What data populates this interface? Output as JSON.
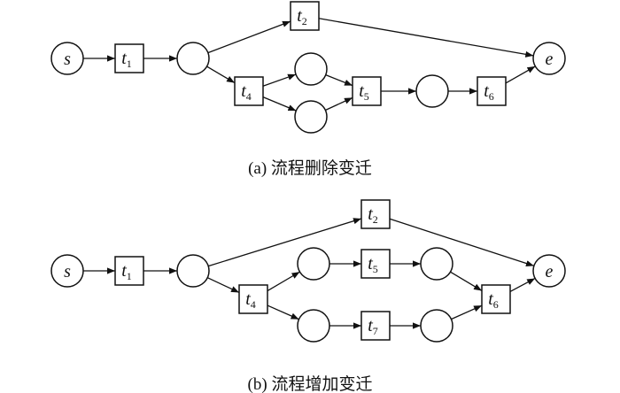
{
  "diagrams": [
    {
      "caption": "(a) 流程删除变迁",
      "places": [
        {
          "id": "s",
          "label": "s"
        },
        {
          "id": "p1",
          "label": ""
        },
        {
          "id": "p2",
          "label": ""
        },
        {
          "id": "p3",
          "label": ""
        },
        {
          "id": "p4",
          "label": ""
        },
        {
          "id": "e",
          "label": "e"
        }
      ],
      "transitions": [
        {
          "id": "t1",
          "name": "t",
          "sub": "1"
        },
        {
          "id": "t2",
          "name": "t",
          "sub": "2"
        },
        {
          "id": "t4",
          "name": "t",
          "sub": "4"
        },
        {
          "id": "t5",
          "name": "t",
          "sub": "5"
        },
        {
          "id": "t6",
          "name": "t",
          "sub": "6"
        }
      ],
      "arcs": [
        [
          "s",
          "t1"
        ],
        [
          "t1",
          "p1"
        ],
        [
          "p1",
          "t2"
        ],
        [
          "p1",
          "t4"
        ],
        [
          "t2",
          "e"
        ],
        [
          "t4",
          "p2"
        ],
        [
          "t4",
          "p3"
        ],
        [
          "p2",
          "t5"
        ],
        [
          "p3",
          "t5"
        ],
        [
          "t5",
          "p4"
        ],
        [
          "p4",
          "t6"
        ],
        [
          "t6",
          "e"
        ]
      ]
    },
    {
      "caption": "(b) 流程增加变迁",
      "places": [
        {
          "id": "s",
          "label": "s"
        },
        {
          "id": "p1",
          "label": ""
        },
        {
          "id": "p2",
          "label": ""
        },
        {
          "id": "p3",
          "label": ""
        },
        {
          "id": "p4",
          "label": ""
        },
        {
          "id": "p5",
          "label": ""
        },
        {
          "id": "e",
          "label": "e"
        }
      ],
      "transitions": [
        {
          "id": "t1",
          "name": "t",
          "sub": "1"
        },
        {
          "id": "t2",
          "name": "t",
          "sub": "2"
        },
        {
          "id": "t4",
          "name": "t",
          "sub": "4"
        },
        {
          "id": "t5",
          "name": "t",
          "sub": "5"
        },
        {
          "id": "t7",
          "name": "t",
          "sub": "7"
        },
        {
          "id": "t6",
          "name": "t",
          "sub": "6"
        }
      ],
      "arcs": [
        [
          "s",
          "t1"
        ],
        [
          "t1",
          "p1"
        ],
        [
          "p1",
          "t2"
        ],
        [
          "p1",
          "t4"
        ],
        [
          "t2",
          "e"
        ],
        [
          "t4",
          "p2"
        ],
        [
          "t4",
          "p3"
        ],
        [
          "p2",
          "t5"
        ],
        [
          "t5",
          "p4"
        ],
        [
          "p3",
          "t7"
        ],
        [
          "t7",
          "p5"
        ],
        [
          "p4",
          "t6"
        ],
        [
          "p5",
          "t6"
        ],
        [
          "t6",
          "e"
        ]
      ]
    }
  ]
}
